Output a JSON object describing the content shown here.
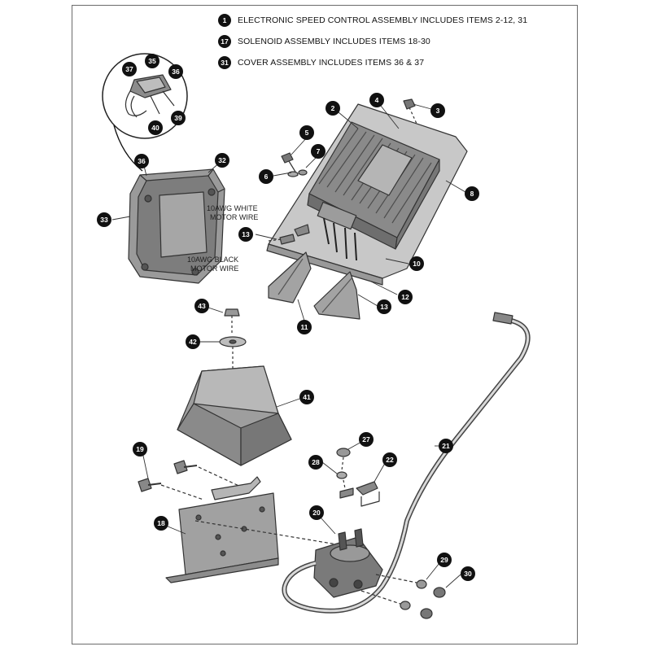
{
  "legend": [
    {
      "num": "1",
      "text": "ELECTRONIC SPEED CONTROL ASSEMBLY INCLUDES ITEMS 2-12, 31"
    },
    {
      "num": "17",
      "text": "SOLENOID ASSEMBLY INCLUDES ITEMS 18-30"
    },
    {
      "num": "31",
      "text": "COVER ASSEMBLY INCLUDES ITEMS 36 & 37"
    }
  ],
  "labels": {
    "white_wire_line1": "10AWG WHITE",
    "white_wire_line2": "MOTOR WIRE",
    "black_wire_line1": "10AWG BLACK",
    "black_wire_line2": "MOTOR WIRE"
  },
  "callouts": {
    "c2": "2",
    "c3": "3",
    "c4": "4",
    "c5": "5",
    "c6": "6",
    "c7": "7",
    "c8": "8",
    "c10": "10",
    "c11": "11",
    "c12": "12",
    "c13a": "13",
    "c13b": "13",
    "c18": "18",
    "c19": "19",
    "c20": "20",
    "c21": "21",
    "c22": "22",
    "c27": "27",
    "c28": "28",
    "c29": "29",
    "c30": "30",
    "c32": "32",
    "c33": "33",
    "c35": "35",
    "c36a": "36",
    "c36b": "36",
    "c37": "37",
    "c39": "39",
    "c40": "40",
    "c41": "41",
    "c42": "42",
    "c43": "43"
  }
}
